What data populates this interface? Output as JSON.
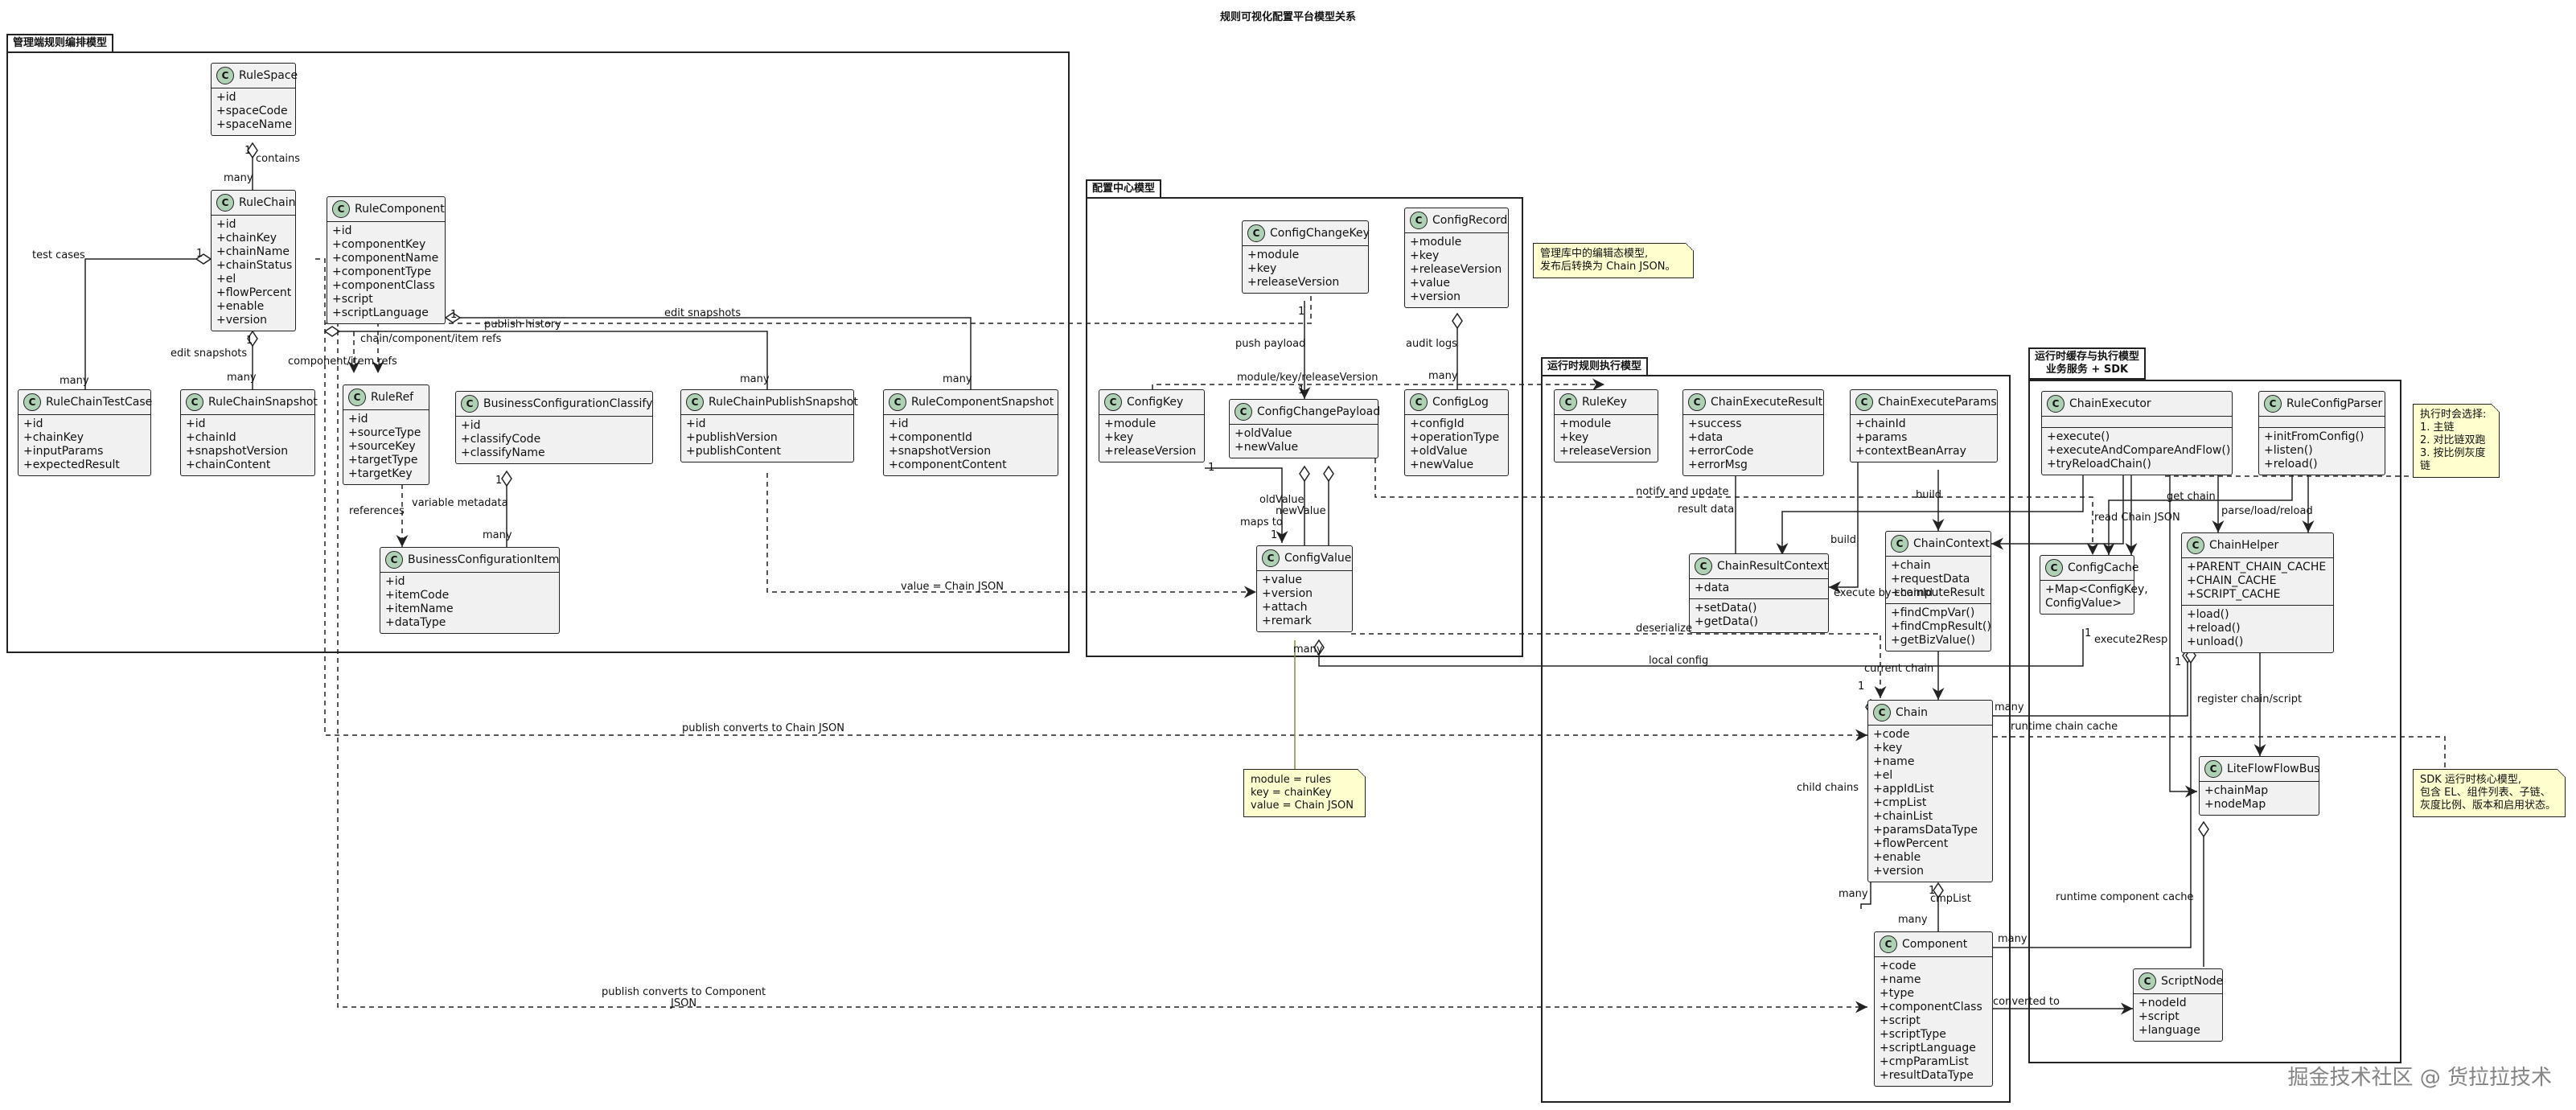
{
  "title": "规则可视化配置平台模型关系",
  "packages": {
    "admin": "管理端规则编排模型",
    "config": "配置中心模型",
    "runtime": "运行时规则执行模型",
    "sdk_line1": "运行时缓存与执行模型",
    "sdk_line2": "业务服务 + SDK"
  },
  "classes": {
    "RuleSpace": {
      "name": "RuleSpace",
      "fields": [
        "+id",
        "+spaceCode",
        "+spaceName"
      ]
    },
    "RuleChain": {
      "name": "RuleChain",
      "fields": [
        "+id",
        "+chainKey",
        "+chainName",
        "+chainStatus",
        "+el",
        "+flowPercent",
        "+enable",
        "+version"
      ]
    },
    "RuleComponent": {
      "name": "RuleComponent",
      "fields": [
        "+id",
        "+componentKey",
        "+componentName",
        "+componentType",
        "+componentClass",
        "+script",
        "+scriptLanguage"
      ]
    },
    "RuleChainTestCase": {
      "name": "RuleChainTestCase",
      "fields": [
        "+id",
        "+chainKey",
        "+inputParams",
        "+expectedResult"
      ]
    },
    "RuleChainSnapshot": {
      "name": "RuleChainSnapshot",
      "fields": [
        "+id",
        "+chainId",
        "+snapshotVersion",
        "+chainContent"
      ]
    },
    "RuleRef": {
      "name": "RuleRef",
      "fields": [
        "+id",
        "+sourceType",
        "+sourceKey",
        "+targetType",
        "+targetKey"
      ]
    },
    "BusinessConfigurationClassify": {
      "name": "BusinessConfigurationClassify",
      "fields": [
        "+id",
        "+classifyCode",
        "+classifyName"
      ]
    },
    "BusinessConfigurationItem": {
      "name": "BusinessConfigurationItem",
      "fields": [
        "+id",
        "+itemCode",
        "+itemName",
        "+dataType"
      ]
    },
    "RuleChainPublishSnapshot": {
      "name": "RuleChainPublishSnapshot",
      "fields": [
        "+id",
        "+publishVersion",
        "+publishContent"
      ]
    },
    "RuleComponentSnapshot": {
      "name": "RuleComponentSnapshot",
      "fields": [
        "+id",
        "+componentId",
        "+snapshotVersion",
        "+componentContent"
      ]
    },
    "ConfigChangeKey": {
      "name": "ConfigChangeKey",
      "fields": [
        "+module",
        "+key",
        "+releaseVersion"
      ]
    },
    "ConfigRecord": {
      "name": "ConfigRecord",
      "fields": [
        "+module",
        "+key",
        "+releaseVersion",
        "+value",
        "+version"
      ]
    },
    "ConfigKey": {
      "name": "ConfigKey",
      "fields": [
        "+module",
        "+key",
        "+releaseVersion"
      ]
    },
    "ConfigChangePayload": {
      "name": "ConfigChangePayload",
      "fields": [
        "+oldValue",
        "+newValue"
      ]
    },
    "ConfigLog": {
      "name": "ConfigLog",
      "fields": [
        "+configId",
        "+operationType",
        "+oldValue",
        "+newValue"
      ]
    },
    "ConfigValue": {
      "name": "ConfigValue",
      "fields": [
        "+value",
        "+version",
        "+attach",
        "+remark"
      ]
    },
    "RuleKey": {
      "name": "RuleKey",
      "fields": [
        "+module",
        "+key",
        "+releaseVersion"
      ]
    },
    "ChainExecuteResult": {
      "name": "ChainExecuteResult",
      "fields": [
        "+success",
        "+data",
        "+errorCode",
        "+errorMsg"
      ]
    },
    "ChainExecuteParams": {
      "name": "ChainExecuteParams",
      "fields": [
        "+chainId",
        "+params",
        "+contextBeanArray"
      ]
    },
    "ChainContext": {
      "name": "ChainContext",
      "fields": [
        "+chain",
        "+requestData",
        "+computeResult"
      ],
      "methods": [
        "+findCmpVar()",
        "+findCmpResult()",
        "+getBizValue()"
      ]
    },
    "ChainResultContext": {
      "name": "ChainResultContext",
      "fields": [
        "+data"
      ],
      "methods": [
        "+setData()",
        "+getData()"
      ]
    },
    "Chain": {
      "name": "Chain",
      "fields": [
        "+code",
        "+key",
        "+name",
        "+el",
        "+appIdList",
        "+cmpList",
        "+chainList",
        "+paramsDataType",
        "+flowPercent",
        "+enable",
        "+version"
      ]
    },
    "Component": {
      "name": "Component",
      "fields": [
        "+code",
        "+name",
        "+type",
        "+componentClass",
        "+script",
        "+scriptType",
        "+scriptLanguage",
        "+cmpParamList",
        "+resultDataType"
      ]
    },
    "ChainExecutor": {
      "name": "ChainExecutor",
      "methods": [
        "+execute()",
        "+executeAndCompareAndFlow()",
        "+tryReloadChain()"
      ]
    },
    "RuleConfigParser": {
      "name": "RuleConfigParser",
      "methods": [
        "+initFromConfig()",
        "+listen()",
        "+reload()"
      ]
    },
    "ConfigCache": {
      "name": "ConfigCache",
      "fields": [
        "+Map<ConfigKey,",
        "ConfigValue>"
      ]
    },
    "ChainHelper": {
      "name": "ChainHelper",
      "fields": [
        "+PARENT_CHAIN_CACHE",
        "+CHAIN_CACHE",
        "+SCRIPT_CACHE"
      ],
      "methods": [
        "+load()",
        "+reload()",
        "+unload()"
      ]
    },
    "LiteFlowFlowBus": {
      "name": "LiteFlowFlowBus",
      "fields": [
        "+chainMap",
        "+nodeMap"
      ]
    },
    "ScriptNode": {
      "name": "ScriptNode",
      "fields": [
        "+nodeId",
        "+script",
        "+language"
      ]
    }
  },
  "notes": {
    "admin_note": [
      "管理库中的编辑态模型,",
      "发布后转换为 Chain JSON。"
    ],
    "config_note": [
      "module = rules",
      "key = chainKey",
      "value = Chain JSON"
    ],
    "exec_note": [
      "执行时会选择:",
      "1. 主链",
      "2. 对比链双跑",
      "3. 按比例灰度链"
    ],
    "sdk_note": [
      "SDK 运行时核心模型,",
      "包含 EL、组件列表、子链、",
      "灰度比例、版本和启用状态。"
    ]
  },
  "edge_labels": {
    "contains": "contains",
    "test_cases": "test cases",
    "edit_snapshots": "edit snapshots",
    "edit_snapshots_2": "edit snapshots",
    "publish_history": "publish history",
    "chain_refs": "chain/component/item refs",
    "component_item_refs": "component/item refs",
    "references": "references",
    "variable_metadata": "variable metadata",
    "value_chain_json": "value = Chain JSON",
    "publish_chain_json": "publish converts to Chain JSON",
    "publish_component_json_1": "publish converts to Component",
    "publish_component_json_2": "JSON",
    "push_payload": "push payload",
    "audit_logs": "audit logs",
    "module_key_release": "module/key/releaseVersion",
    "maps_to": "maps to",
    "old_value": "oldValue",
    "new_value": "newValue",
    "notify_update": "notify and update",
    "deserialize": "deserialize",
    "local_config": "local config",
    "current_chain": "current chain",
    "result_data": "result data",
    "build": "build",
    "build2": "build",
    "execute_by_chainid": "execute by chainId",
    "child_chains": "child chains",
    "cmp_list": "cmpList",
    "converted_to": "converted to",
    "get_chain": "get chain",
    "read_chain_json": "read Chain JSON",
    "parse_load_reload": "parse/load/reload",
    "execute2resp": "execute2Resp",
    "register_chain_script": "register chain/script",
    "runtime_chain_cache": "runtime chain cache",
    "runtime_component_cache": "runtime component cache"
  },
  "multiplicities": {
    "one": "1",
    "many": "many"
  },
  "watermark": "掘金技术社区 @ 货拉拉技术"
}
